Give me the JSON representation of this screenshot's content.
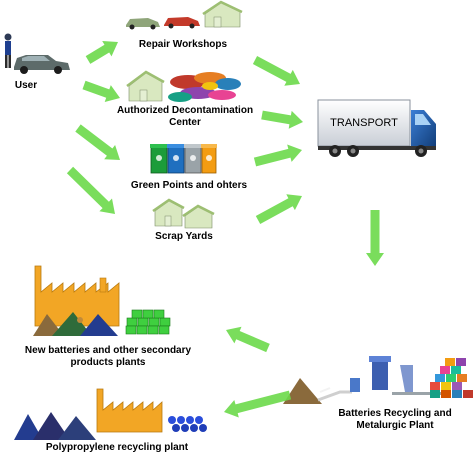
{
  "nodes": {
    "user": "User",
    "repair": "Repair Workshops",
    "decontamination_line1": "Authorized Decontamination",
    "decontamination_line2": "Center",
    "green_points": "Green Points and ohters",
    "scrap_yards": "Scrap Yards",
    "transport": "TRANSPORT",
    "recycling_line1": "Batteries Recycling and",
    "recycling_line2": "Metalurgic Plant",
    "new_batteries_line1": "New batteries and other secondary",
    "new_batteries_line2": "products plants",
    "polypropylene": "Polypropylene recycling plant"
  },
  "colors": {
    "arrow": "#6bd94a",
    "factory": "#f2a625",
    "truck_cab": "#1f5fb3",
    "truck_box": "#e8ebef",
    "house": "#d9e8c0",
    "roof": "#9dbf72",
    "green_blocks": "#3fcf3f",
    "blue_balls": "#2a4ddb",
    "pile_brown": "#8a6a3c",
    "pile_blue": "#233c8f",
    "pile_green": "#2f6b3a"
  },
  "icons": [
    "user-figure-icon",
    "car-icon",
    "house-icon",
    "truck-icon",
    "recycling-bins-icon",
    "factory-icon",
    "battery-blocks-icon",
    "plastic-pellets-icon",
    "smelter-icon"
  ]
}
